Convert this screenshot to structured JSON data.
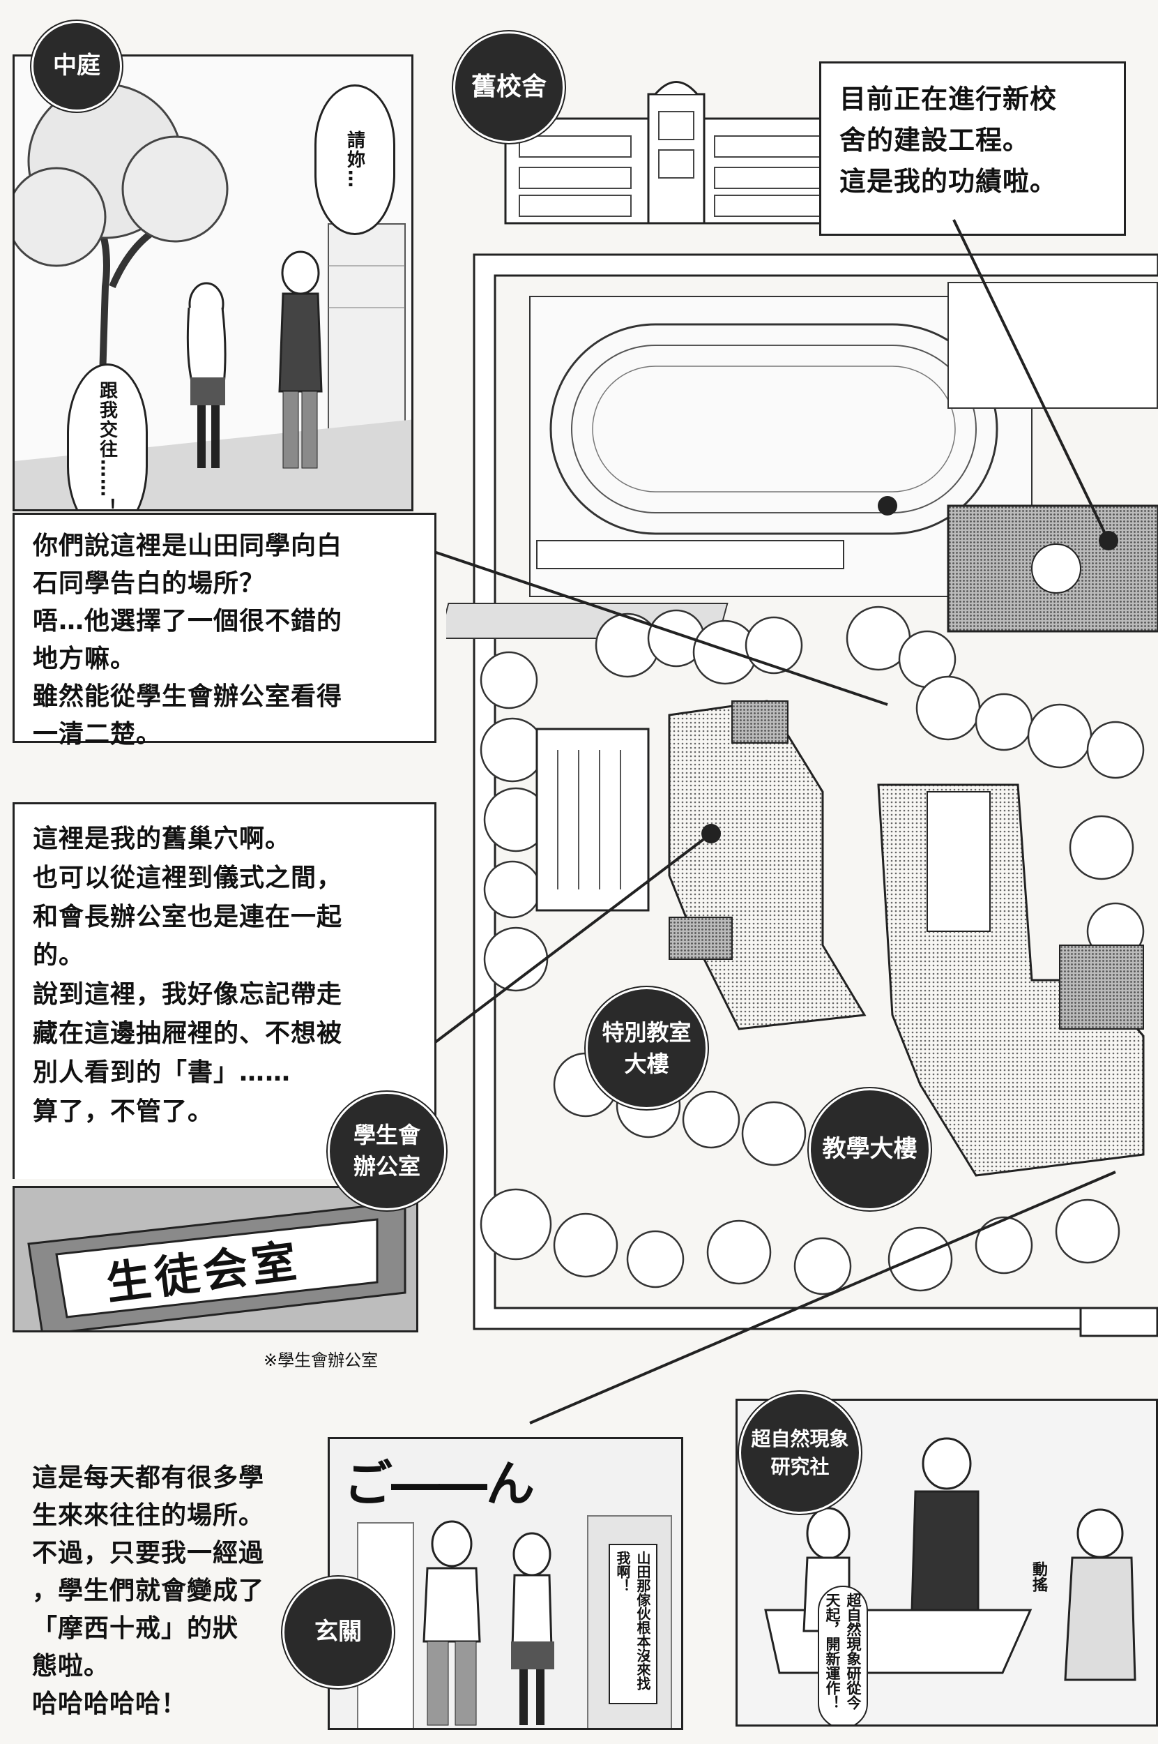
{
  "labels": {
    "courtyard": "中庭",
    "old_building": "舊校舍",
    "special_classroom": "特別教室\n大樓",
    "teaching_building": "教學大樓",
    "student_council": "學生會\n辦公室",
    "entrance": "玄關",
    "supernatural_club": "超自然現象\n研究社"
  },
  "texts": {
    "old_building_note": "目前正在進行新校\n舍的建設工程。\n這是我的功績啦。",
    "courtyard_note": "你們說這裡是山田同學向白\n石同學告白的場所？\n唔…他選擇了一個很不錯的\n地方嘛。\n雖然能從學生會辦公室看得\n一清二楚。",
    "council_note": "這裡是我的舊巢穴啊。\n也可以從這裡到儀式之間，\n和會長辦公室也是連在一起\n的。\n說到這裡，我好像忘記帶走\n藏在這邊抽屜裡的、不想被\n別人看到的「書」……\n算了，不管了。",
    "entrance_note": "這是每天都有很多學\n生來來往往的場所。\n不過，只要我一經過\n，學生們就會變成了\n「摩西十戒」的狀\n態啦。\n哈哈哈哈哈！",
    "council_caption": "※學生會辦公室"
  },
  "bubbles": {
    "please": "請妳…",
    "date_me": "跟我交往……！",
    "yamada_line": "山田那傢伙根本沒來找我啊！",
    "club_line": "超自然現象研從今天起，開新運作！",
    "move_sfx": "動搖"
  },
  "signs": {
    "council_plate": "生徒会室",
    "gon_sfx": "ご――ん"
  }
}
